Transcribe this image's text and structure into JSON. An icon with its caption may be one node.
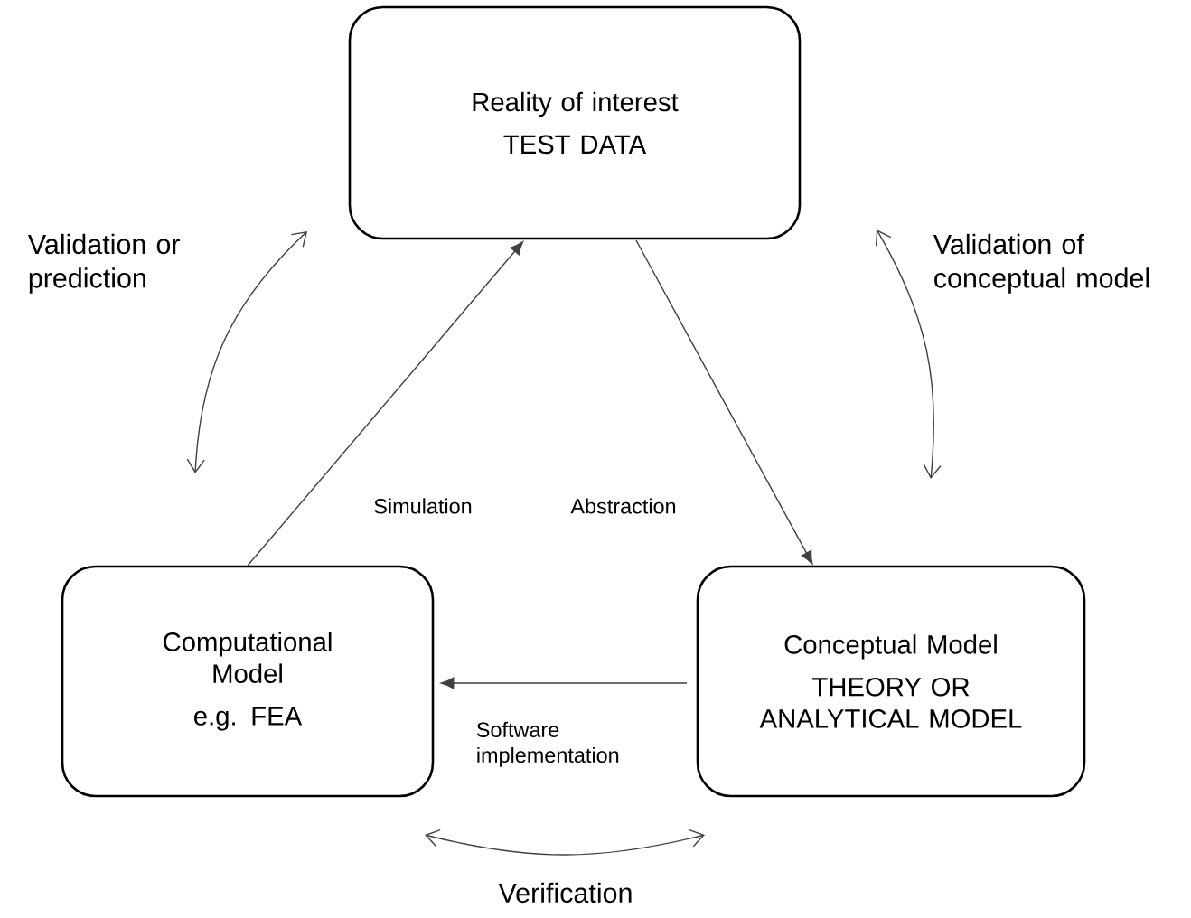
{
  "diagram": {
    "nodes": [
      {
        "text": [
          "Reality of interest",
          "TEST DATA"
        ]
      },
      {
        "text": [
          "Computational Model",
          "e.g. FEA"
        ]
      },
      {
        "text": [
          "Conceptual Model",
          "THEORY OR ANALYTICAL MODEL"
        ]
      }
    ],
    "edges": [
      {
        "from": 1,
        "to": 0,
        "arrow": "to",
        "label": "Simulation"
      },
      {
        "from": 0,
        "to": 2,
        "arrow": "to",
        "label": "Abstraction"
      },
      {
        "from": 2,
        "to": 1,
        "arrow": "to",
        "label": "Software implementation"
      },
      {
        "from": 0,
        "to": 1,
        "arrow": "both",
        "label": "Validation or prediction"
      },
      {
        "from": 0,
        "to": 2,
        "arrow": "both",
        "label": "Validation of conceptual model"
      },
      {
        "from": 1,
        "to": 2,
        "arrow": "both",
        "label": "Verification"
      }
    ]
  }
}
